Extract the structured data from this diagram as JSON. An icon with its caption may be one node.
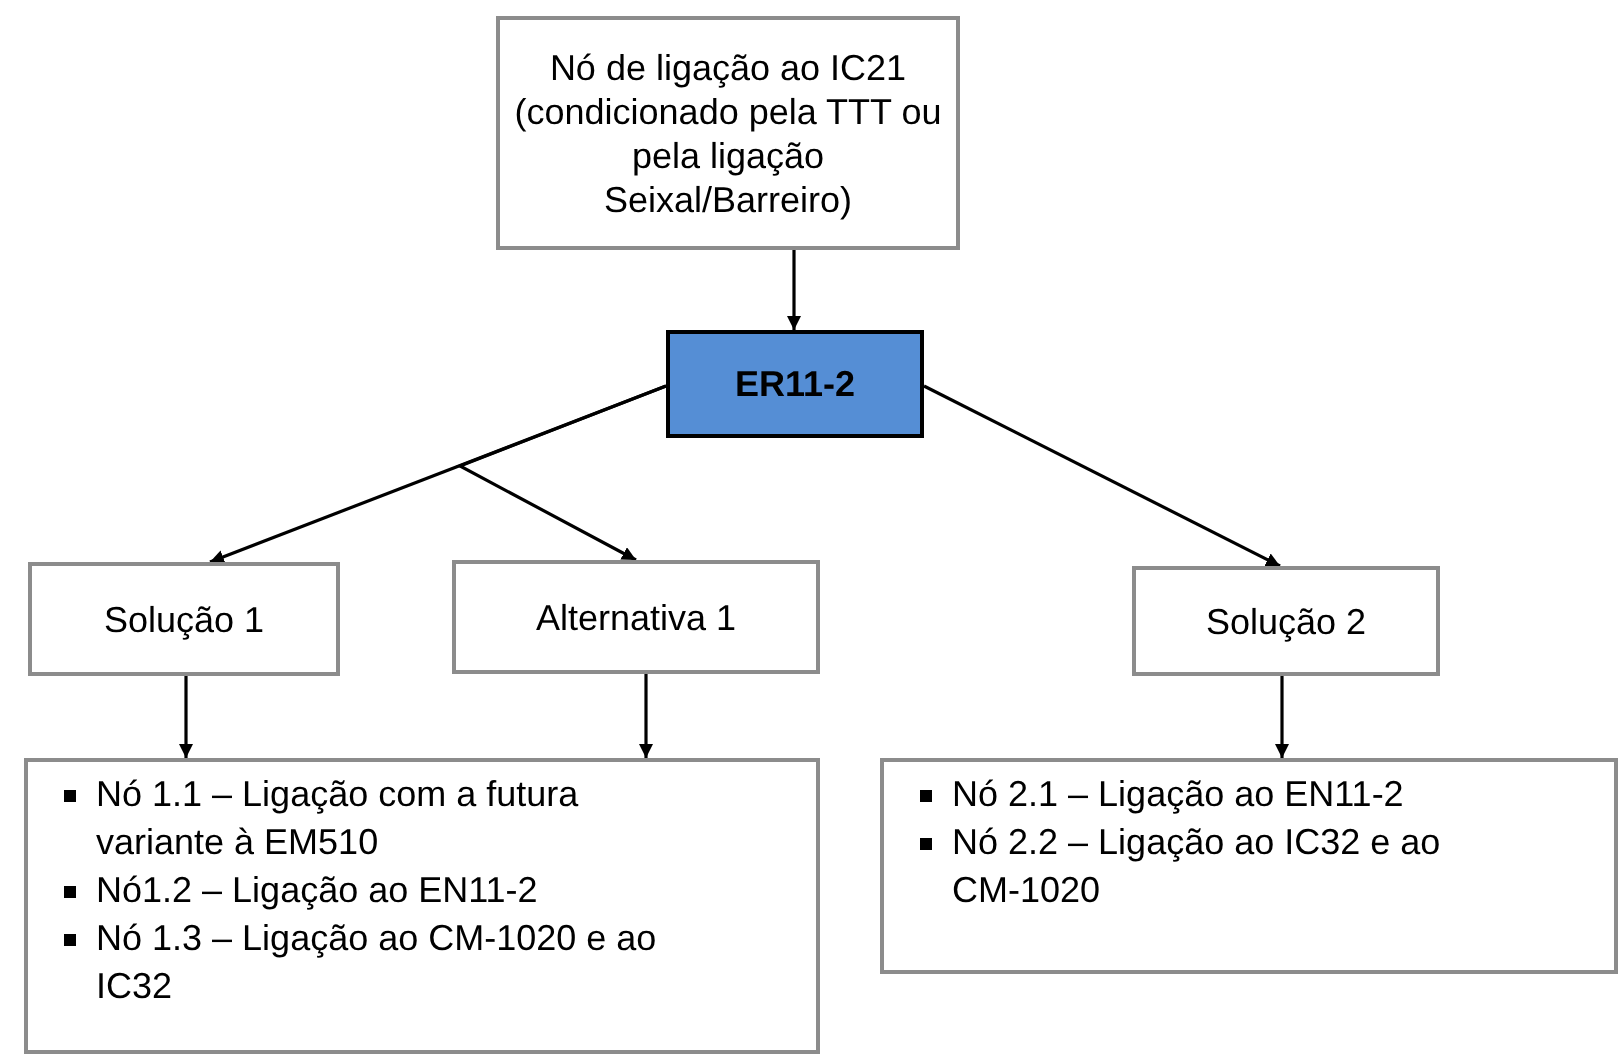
{
  "diagram": {
    "nodes": [
      {
        "text": [
          "Nó de ligação ao IC21 (condicionado pela TTT ou pela ligação Seixal/Barreiro)"
        ]
      },
      {
        "text": [
          "ER11-2"
        ]
      },
      {
        "text": [
          "Solução 1"
        ]
      },
      {
        "text": [
          "Alternativa 1"
        ]
      },
      {
        "text": [
          "Solução 2"
        ]
      },
      {
        "text": [
          "Nó 1.1 – Ligação com a futura variante à EM510",
          "Nó1.2 – Ligação ao EN11-2",
          "Nó 1.3 – Ligação ao CM-1020 e ao IC32"
        ]
      },
      {
        "text": [
          "Nó 2.1 – Ligação ao EN11-2",
          "Nó 2.2 – Ligação ao IC32 e ao CM-1020"
        ]
      }
    ],
    "edges": [
      {
        "from": 0,
        "to": 1,
        "arrow": "to"
      },
      {
        "from": 1,
        "to": 2,
        "arrow": "to"
      },
      {
        "from": 1,
        "to": 3,
        "arrow": "to"
      },
      {
        "from": 1,
        "to": 4,
        "arrow": "to"
      },
      {
        "from": 2,
        "to": 5,
        "arrow": "to"
      },
      {
        "from": 3,
        "to": 5,
        "arrow": "to"
      },
      {
        "from": 4,
        "to": 6,
        "arrow": "to"
      }
    ]
  }
}
